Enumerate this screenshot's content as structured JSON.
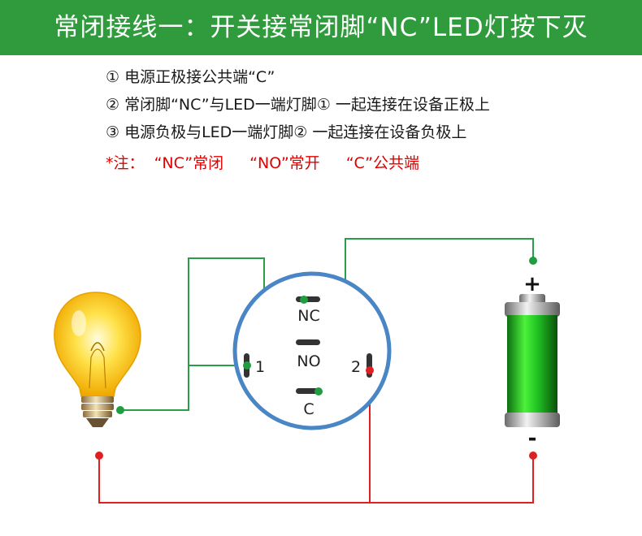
{
  "header": {
    "title": "常闭接线一：开关接常闭脚“NC”LED灯按下灭",
    "background": "#2f9b3c"
  },
  "notes": [
    "① 电源正极接公共端“C”",
    "② 常闭脚“NC”与LED一端灯脚① 一起连接在设备正极上",
    "③ 电源负极与LED一端灯脚② 一起连接在设备负极上"
  ],
  "warning": {
    "prefix": "*注：",
    "items": [
      "“NC”常闭",
      "“NO”常开",
      "“C”公共端"
    ],
    "color": "#e00000"
  },
  "switch": {
    "pins": {
      "nc": "NC",
      "no": "NO",
      "c": "C",
      "led1": "1",
      "led2": "2"
    },
    "ring_color": "#4a86c5"
  },
  "battery": {
    "positive": "+",
    "negative": "-",
    "color": "#22c322"
  },
  "bulb": {
    "icon": "light-bulb-icon"
  },
  "wires": {
    "positive_color": "#2a9d48",
    "negative_color": "#e02020"
  }
}
